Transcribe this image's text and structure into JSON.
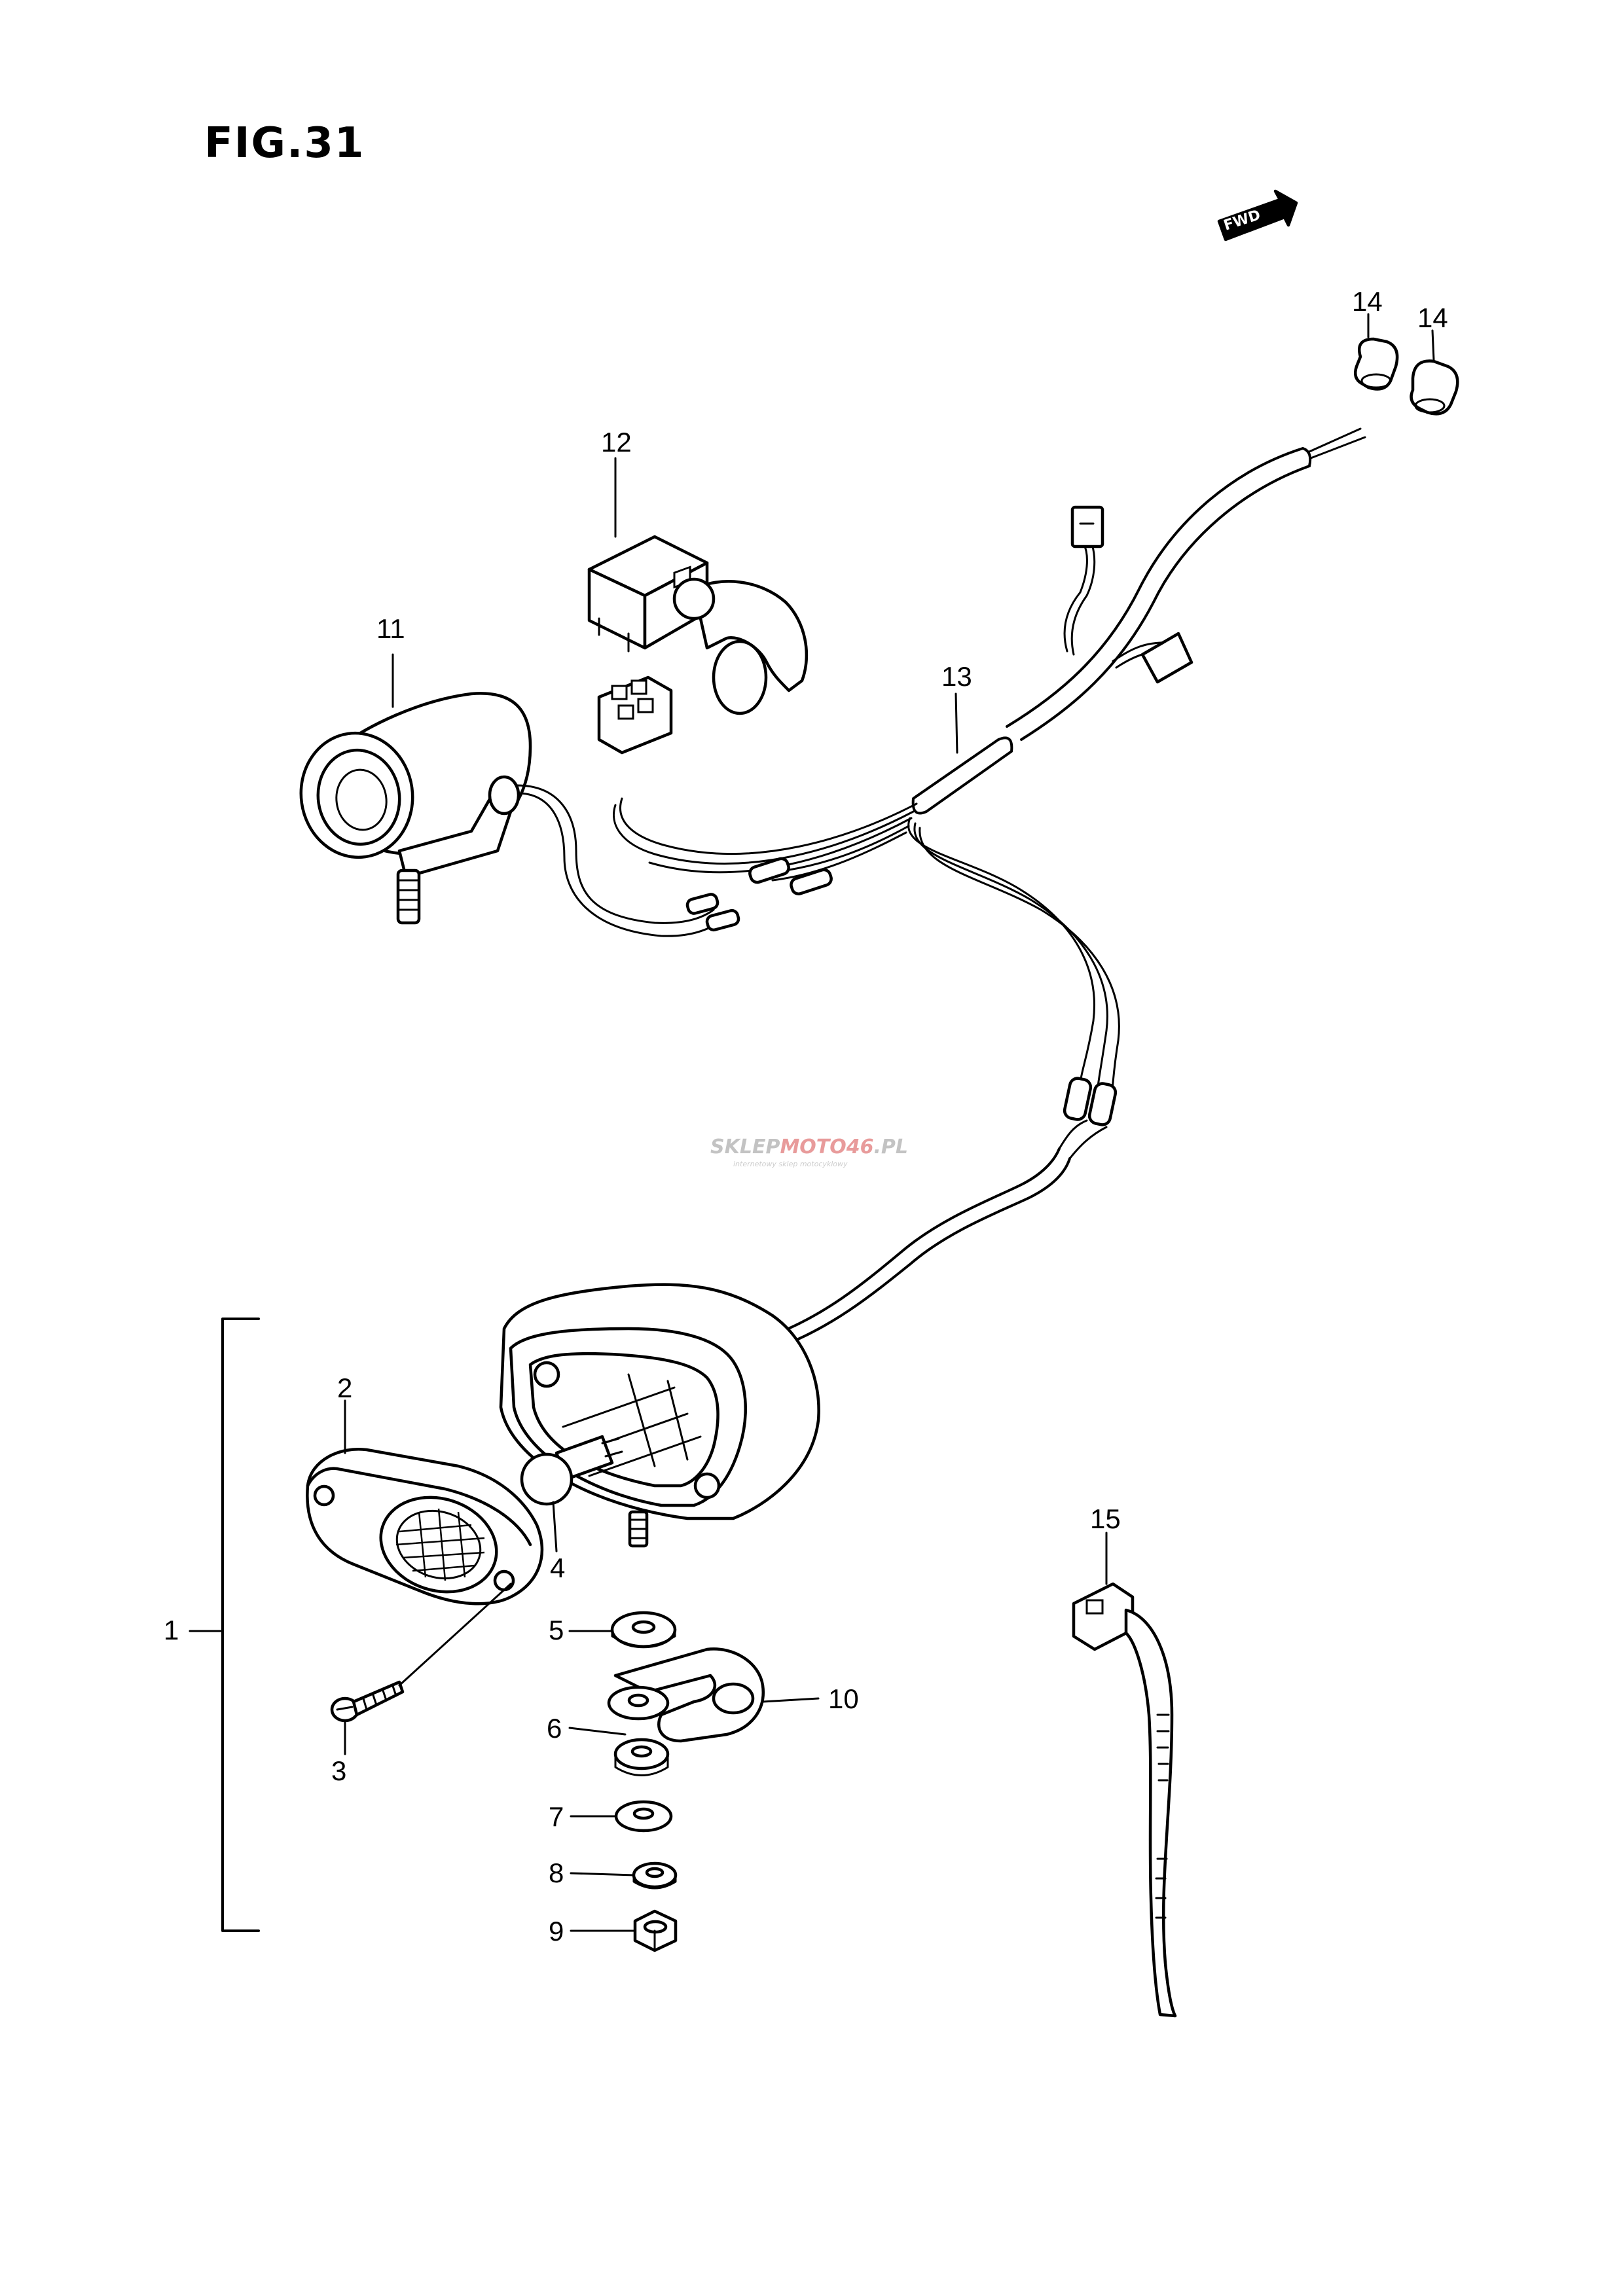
{
  "figure": {
    "title": "FIG.31"
  },
  "direction_badge": {
    "label": "FWD"
  },
  "callouts": [
    {
      "id": "1",
      "label": "1"
    },
    {
      "id": "2",
      "label": "2"
    },
    {
      "id": "3",
      "label": "3"
    },
    {
      "id": "4",
      "label": "4"
    },
    {
      "id": "5",
      "label": "5"
    },
    {
      "id": "6",
      "label": "6"
    },
    {
      "id": "7",
      "label": "7"
    },
    {
      "id": "8",
      "label": "8"
    },
    {
      "id": "9",
      "label": "9"
    },
    {
      "id": "10",
      "label": "10"
    },
    {
      "id": "11",
      "label": "11"
    },
    {
      "id": "12",
      "label": "12"
    },
    {
      "id": "13",
      "label": "13"
    },
    {
      "id": "14a",
      "label": "14"
    },
    {
      "id": "14b",
      "label": "14"
    },
    {
      "id": "15",
      "label": "15"
    }
  ],
  "watermark": {
    "brand_part1": "SKLEP",
    "brand_part2": "MOTO46",
    "brand_part3": ".PL",
    "tagline": "internetowy sklep motocyklowy"
  }
}
